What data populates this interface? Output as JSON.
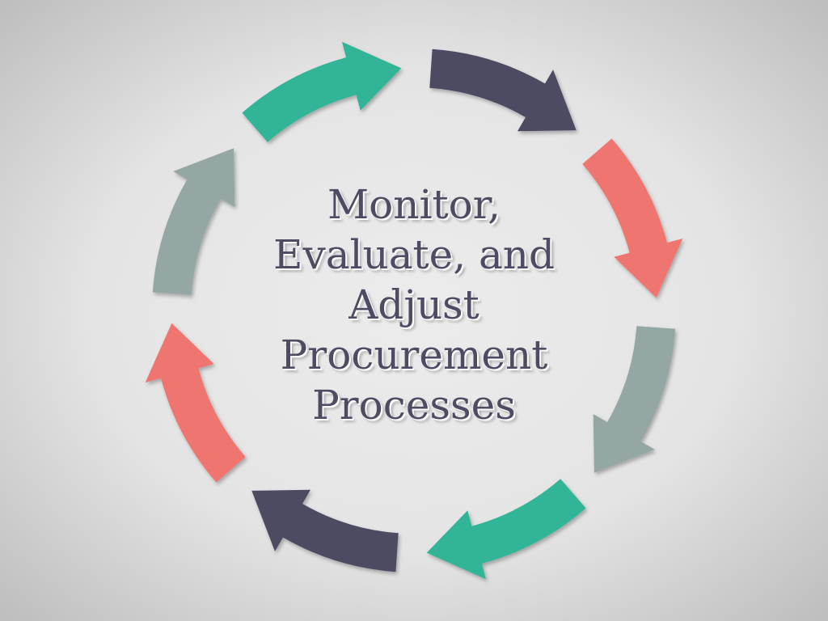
{
  "title_lines": [
    "Monitor,",
    "Evaluate, and",
    "Adjust",
    "Procurement",
    "Processes"
  ],
  "colors": {
    "background": "#e9e9e9",
    "teal": "#33b597",
    "dark": "#4e4c62",
    "coral": "#ef766f",
    "gray": "#95a7a4",
    "title_text": "#4e4c62"
  },
  "arrows": [
    {
      "name": "arrow-1",
      "color": "teal"
    },
    {
      "name": "arrow-2",
      "color": "dark"
    },
    {
      "name": "arrow-3",
      "color": "coral"
    },
    {
      "name": "arrow-4",
      "color": "gray"
    },
    {
      "name": "arrow-5",
      "color": "teal"
    },
    {
      "name": "arrow-6",
      "color": "dark"
    },
    {
      "name": "arrow-7",
      "color": "coral"
    },
    {
      "name": "arrow-8",
      "color": "gray"
    }
  ]
}
